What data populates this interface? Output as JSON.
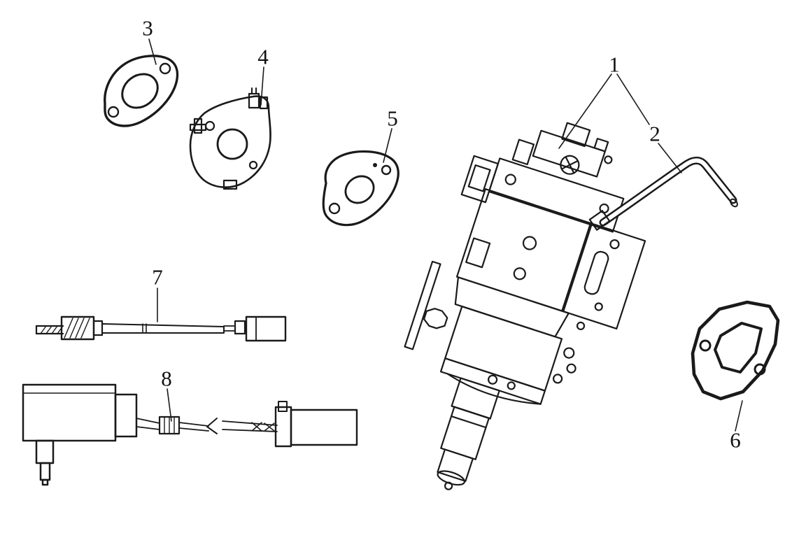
{
  "diagram": {
    "background_color": "#ffffff",
    "line_color": "#1a1a1a",
    "description": "Exploded parts diagram of a carburetor assembly",
    "callouts": [
      {
        "number": "1",
        "part": "carburetor-assembly"
      },
      {
        "number": "2",
        "part": "drain-tube"
      },
      {
        "number": "3",
        "part": "outer-gasket"
      },
      {
        "number": "4",
        "part": "insulator-spacer"
      },
      {
        "number": "5",
        "part": "inner-gasket"
      },
      {
        "number": "6",
        "part": "side-gasket"
      },
      {
        "number": "7",
        "part": "joint-tube"
      },
      {
        "number": "8",
        "part": "fuel-cut-solenoid"
      }
    ]
  }
}
